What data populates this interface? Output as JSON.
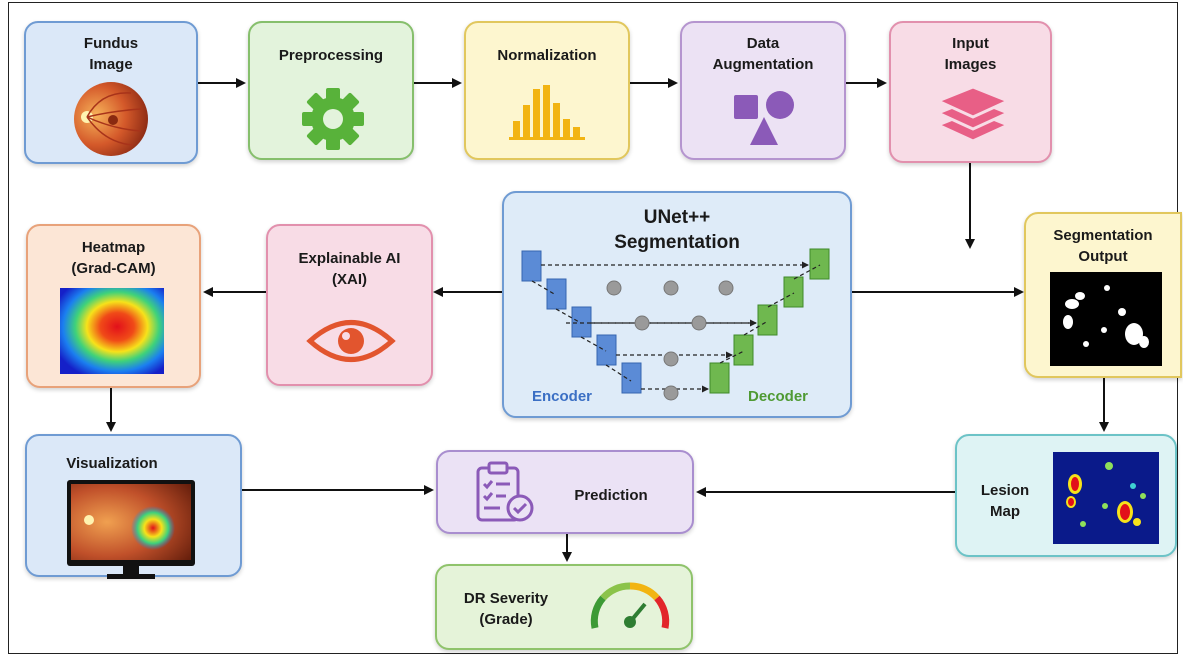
{
  "nodes": {
    "fundus": "Fundus\nImage",
    "preprocessing": "Preprocessing",
    "normalization": "Normalization",
    "augmentation": "Data\nAugmentation",
    "input": "Input\nImages",
    "unet": "UNet++\nSegmentation",
    "encoder": "Encoder",
    "decoder": "Decoder",
    "seg_output": "Segmentation\nOutput",
    "xai": "Explainable AI\n(XAI)",
    "heatmap": "Heatmap\n(Grad-CAM)",
    "visualization": "Visualization",
    "prediction": "Prediction",
    "lesion": "Lesion\nMap",
    "severity": "DR Severity\n(Grade)"
  },
  "colors": {
    "encoder": "#5b8bd6",
    "decoder": "#6fb84f",
    "gear": "#58b23a",
    "bars": "#f2b412",
    "shapes": "#8b5ab8",
    "layers": "#e85f86",
    "eye": "#e2552e"
  },
  "icons": [
    "retina-photo-icon",
    "gear-icon",
    "bar-chart-icon",
    "shapes-icon",
    "layers-icon",
    "eye-icon",
    "heatmap-icon",
    "segmentation-mask-icon",
    "monitor-icon",
    "clipboard-check-icon",
    "lesion-map-icon",
    "gauge-icon"
  ]
}
